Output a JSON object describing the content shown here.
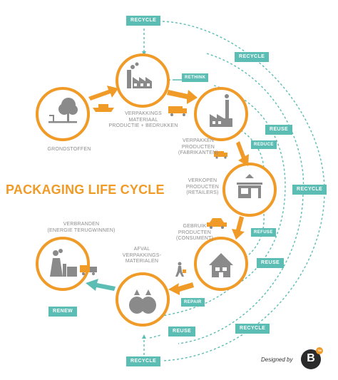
{
  "title": "PACKAGING LIFE CYCLE",
  "credit": {
    "text": "Designed by",
    "logo_letter": "B",
    "logo_tm": "TM"
  },
  "colors": {
    "orange": "#f09a27",
    "teal": "#5bbdb3",
    "icon": "#8a8a8a",
    "label": "#8c8c8c"
  },
  "stages": [
    {
      "id": "grondstoffen",
      "label": "GRONDSTOFFEN",
      "icon": "tree-icon"
    },
    {
      "id": "productie",
      "label": "VERPAKKINGS\nMATERIAAL\nPRODUCTIE + BEDRUKKEN",
      "icon": "factory-icon"
    },
    {
      "id": "verpakken",
      "label": "VERPAKKEN\nPRODUCTEN\n(FABRIKANTEN)",
      "icon": "factory-icon"
    },
    {
      "id": "verkopen",
      "label": "VERKOPEN\nPRODUCTEN\n(RETAILERS)",
      "icon": "shop-icon"
    },
    {
      "id": "gebruik",
      "label": "GEBRUIK\nPRODUCTEN\n(CONSUMENT)",
      "icon": "house-icon"
    },
    {
      "id": "afval",
      "label": "AFVAL\nVERPAKKINGS-\nMATERIALEN",
      "icon": "trash-bags-icon"
    },
    {
      "id": "verbranden",
      "label": "VERBRANDEN\n(ENERGIE TERUGWINNEN)",
      "icon": "power-plant-icon"
    }
  ],
  "tags": {
    "recycle_top": "RECYCLE",
    "recycle_upper": "RECYCLE",
    "recycle_right": "RECYCLE",
    "recycle_lower": "RECYCLE",
    "recycle_bottom": "RECYCLE",
    "rethink": "RETHINK",
    "reuse_upper": "REUSE",
    "reduce": "REDUCE",
    "refuse": "REFUSE",
    "reuse_mid": "REUSE",
    "repair": "REPAIR",
    "reuse_bottom": "REUSE",
    "renew": "RENEW"
  },
  "transport_icons": [
    "ship-icon",
    "truck-icon",
    "truck-icon",
    "car-icon",
    "garbage-truck-icon",
    "person-walking-icon"
  ]
}
